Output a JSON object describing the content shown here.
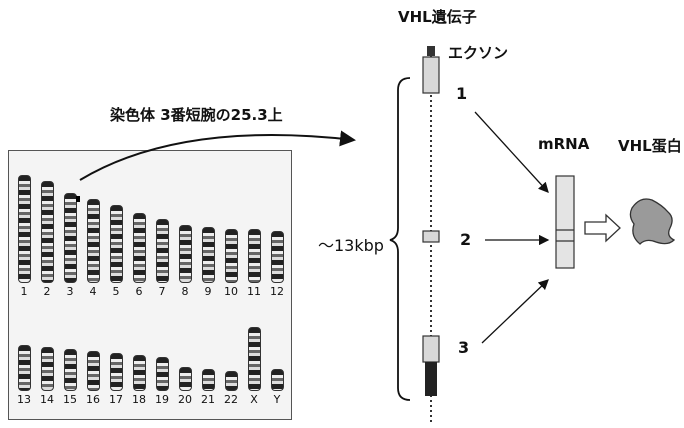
{
  "gene_title": "VHL遺伝子",
  "exon_label": "エクソン",
  "locus_label": "染色体 3番短腕の25.3上",
  "size_label": "～13kbp",
  "mrna_label": "mRNA",
  "protein_label": "VHL蛋白",
  "exons": [
    "1",
    "2",
    "3"
  ],
  "chromosomes_row1": [
    "1",
    "2",
    "3",
    "4",
    "5",
    "6",
    "7",
    "8",
    "9",
    "10",
    "11",
    "12"
  ],
  "chromosomes_row2": [
    "13",
    "14",
    "15",
    "16",
    "17",
    "18",
    "19",
    "20",
    "21",
    "22",
    "X",
    "Y"
  ],
  "colors": {
    "exon": "#d8d8d8",
    "panel": "#f4f4f4",
    "protein": "#9a9a9a"
  }
}
